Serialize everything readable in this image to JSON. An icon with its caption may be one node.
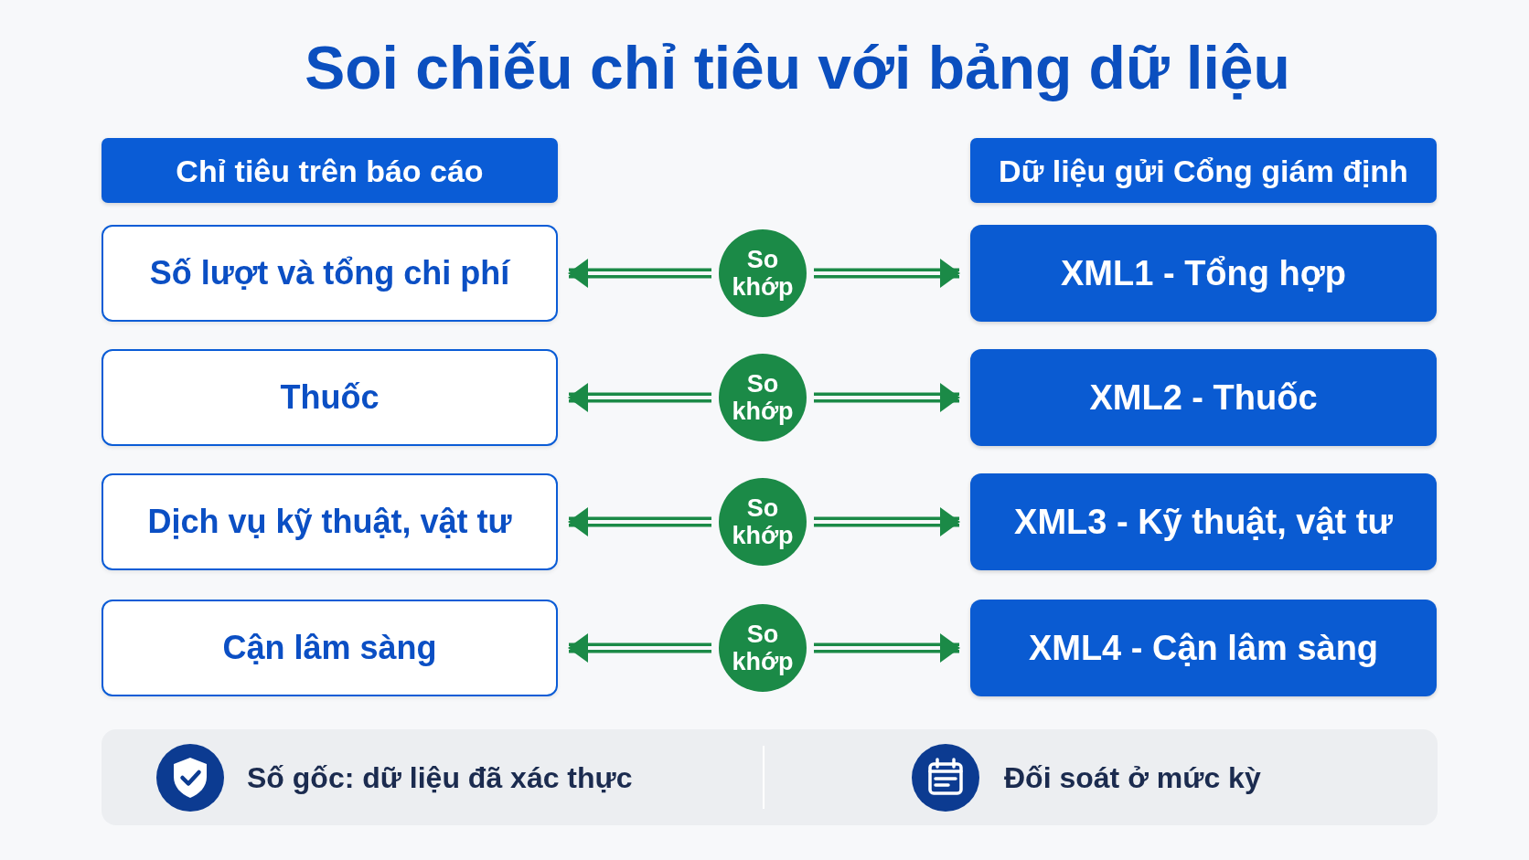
{
  "diagram": {
    "title": "Soi chiếu chỉ tiêu với bảng dữ liệu",
    "nodes": [
      {
        "text": [
          "Chỉ tiêu trên báo cáo"
        ]
      },
      {
        "text": [
          "Dữ liệu gửi Cổng giám định"
        ]
      },
      {
        "text": [
          "Số lượt và tổng chi phí"
        ]
      },
      {
        "text": [
          "So khớp"
        ]
      },
      {
        "text": [
          "XML1 - Tổng hợp"
        ]
      },
      {
        "text": [
          "Thuốc"
        ]
      },
      {
        "text": [
          "So khớp"
        ]
      },
      {
        "text": [
          "XML2 - Thuốc"
        ]
      },
      {
        "text": [
          "Dịch vụ kỹ thuật, vật tư"
        ]
      },
      {
        "text": [
          "So khớp"
        ]
      },
      {
        "text": [
          "XML3 - Kỹ thuật, vật tư"
        ]
      },
      {
        "text": [
          "Cận lâm sàng"
        ]
      },
      {
        "text": [
          "So khớp"
        ]
      },
      {
        "text": [
          "XML4 - Cận lâm sàng"
        ]
      },
      {
        "text": [
          "Số gốc: dữ liệu đã xác thực",
          "Đối soát ở mức kỳ"
        ]
      }
    ],
    "edges": [
      {
        "from": 3,
        "to": 2,
        "arrow": "to"
      },
      {
        "from": 3,
        "to": 4,
        "arrow": "to"
      },
      {
        "from": 6,
        "to": 5,
        "arrow": "to"
      },
      {
        "from": 6,
        "to": 7,
        "arrow": "to"
      },
      {
        "from": 9,
        "to": 8,
        "arrow": "to"
      },
      {
        "from": 9,
        "to": 10,
        "arrow": "to"
      },
      {
        "from": 12,
        "to": 11,
        "arrow": "to"
      },
      {
        "from": 12,
        "to": 13,
        "arrow": "to"
      }
    ]
  }
}
